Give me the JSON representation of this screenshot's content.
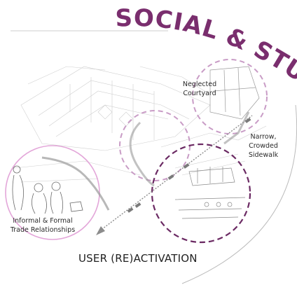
{
  "header": {
    "title": "SOCIAL & STUFF",
    "title_color": "#7a2e6e"
  },
  "labels": {
    "neglected_courtyard": [
      "Neglected",
      "Courtyard"
    ],
    "narrow_sidewalk": [
      "Narrow,",
      "Crowded",
      "Sidewalk"
    ],
    "informal_trade": [
      "Informal & Formal",
      "Trade Relationships"
    ]
  },
  "caption": "USER (RE)ACTIVATION",
  "colors": {
    "accent_dark": "#6b2a63",
    "accent_light": "#c99cc6",
    "accent_pink": "#e3a6d9",
    "line_gray": "#8c8c8c"
  }
}
